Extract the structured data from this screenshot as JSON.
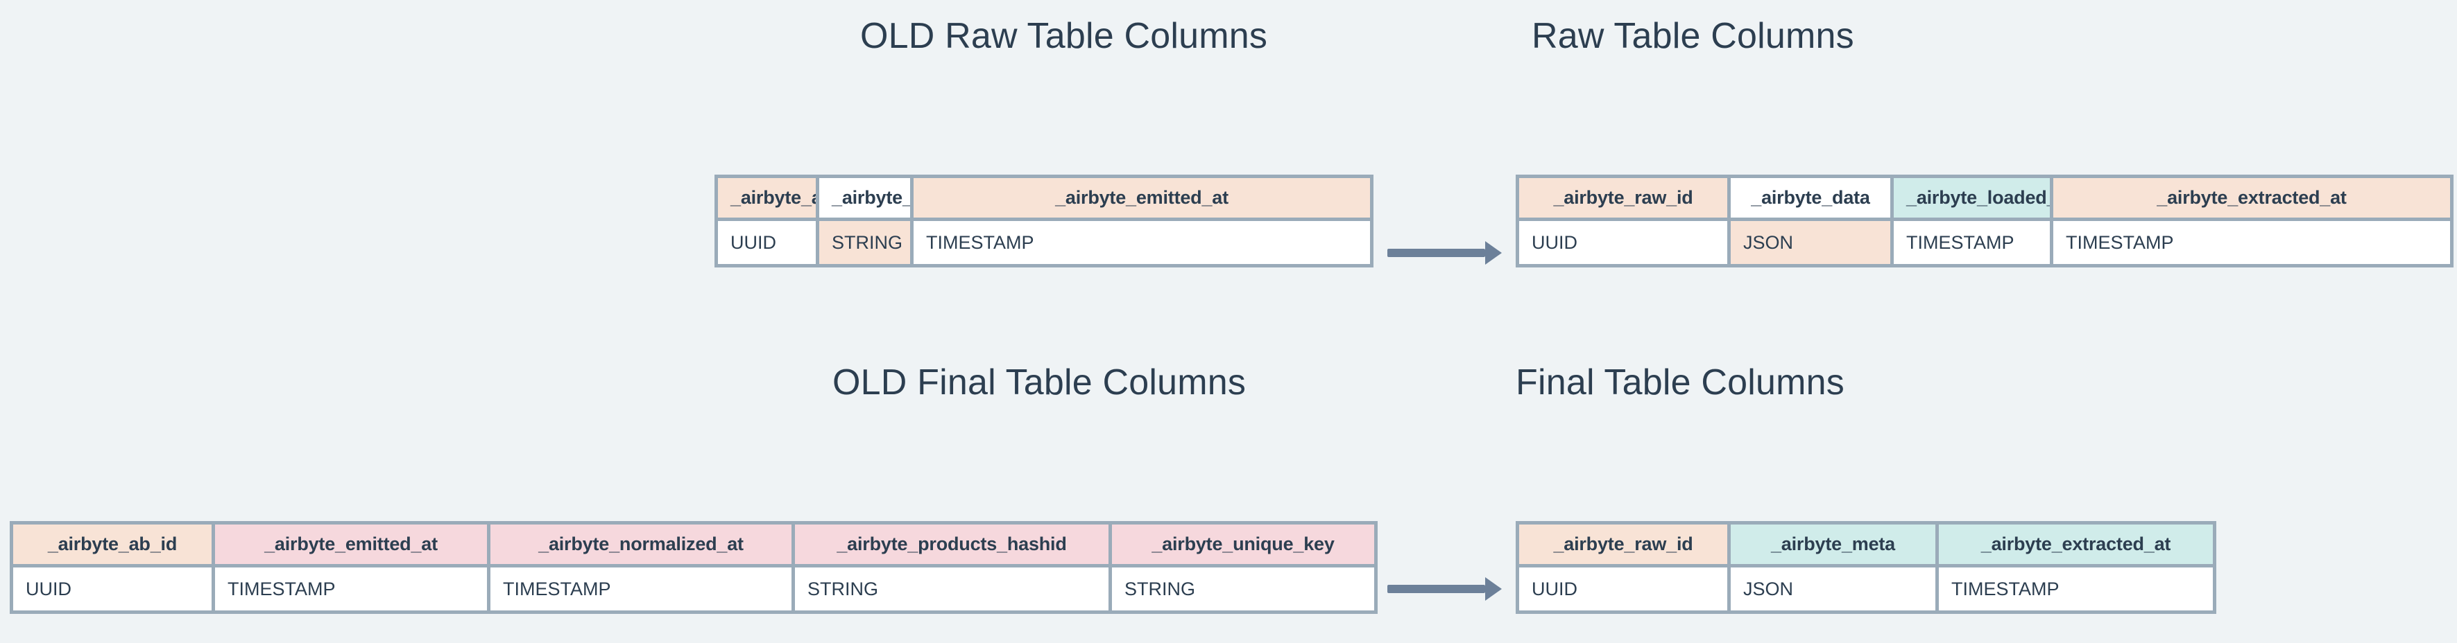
{
  "theme": {
    "background": "#eff3f5",
    "border": "#9aabb9",
    "text": "#2c3e50",
    "arrow": "#6c8099",
    "peach": "#f8e3d6",
    "teal": "#d0ecea",
    "pink": "#f6d8dd",
    "white": "#ffffff"
  },
  "sections": {
    "old_raw": {
      "title": "OLD Raw Table Columns"
    },
    "new_raw": {
      "title": "Raw Table Columns"
    },
    "old_final": {
      "title": "OLD Final Table Columns"
    },
    "new_final": {
      "title": "Final Table Columns"
    }
  },
  "tables": {
    "old_raw": {
      "headers": [
        "_airbyte_ab_id",
        "_airbyte_data",
        "_airbyte_emitted_at"
      ],
      "types": [
        "UUID",
        "STRING",
        "TIMESTAMP"
      ]
    },
    "new_raw": {
      "headers": [
        "_airbyte_raw_id",
        "_airbyte_data",
        "_airbyte_loaded_at",
        "_airbyte_extracted_at"
      ],
      "types": [
        "UUID",
        "JSON",
        "TIMESTAMP",
        "TIMESTAMP"
      ]
    },
    "old_final": {
      "headers": [
        "_airbyte_ab_id",
        "_airbyte_emitted_at",
        "_airbyte_normalized_at",
        "_airbyte_products_hashid",
        "_airbyte_unique_key"
      ],
      "types": [
        "UUID",
        "TIMESTAMP",
        "TIMESTAMP",
        "STRING",
        "STRING"
      ]
    },
    "new_final": {
      "headers": [
        "_airbyte_raw_id",
        "_airbyte_meta",
        "_airbyte_extracted_at"
      ],
      "types": [
        "UUID",
        "JSON",
        "TIMESTAMP"
      ]
    }
  },
  "arrows": {
    "raw_migration": "arrow-right",
    "final_migration": "arrow-right"
  }
}
